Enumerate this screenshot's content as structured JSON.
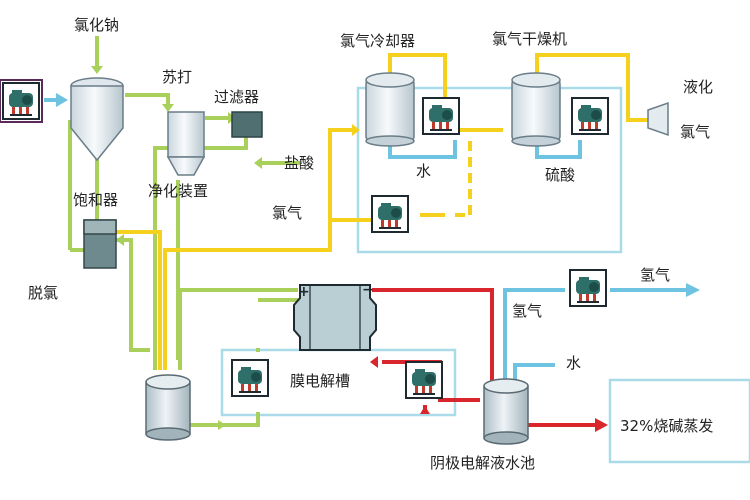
{
  "labels": {
    "sodium_chloride": "氯化钠",
    "soda": "苏打",
    "filter": "过滤器",
    "purifier": "净化装置",
    "saturator": "饱和器",
    "dechlorination": "脱氯",
    "hydrochloric_acid": "盐酸",
    "chlorine_gas_mid": "氯气",
    "chlorine_cooler": "氯气冷却器",
    "chlorine_dryer": "氯气干燥机",
    "water_cooler": "水",
    "sulfuric_acid": "硫酸",
    "liquefaction": "液化",
    "chlorine_out": "氯气",
    "hydrogen_label": "氢气",
    "hydrogen_out": "氢气",
    "water_in": "水",
    "electrolyzer": "膜电解槽",
    "cathode_tank": "阴极电解液水池",
    "evaporation_box": "32%烧碱蒸发"
  },
  "colors": {
    "green_pipe": "#a8d05a",
    "yellow_pipe": "#f5d11e",
    "blue_pipe": "#6ec3e0",
    "red_pipe": "#d9262c",
    "frame": "#a9dbe8",
    "vessel_fill": "#eaf0f4",
    "electrolyzer_fill": "#b9cfd4"
  }
}
